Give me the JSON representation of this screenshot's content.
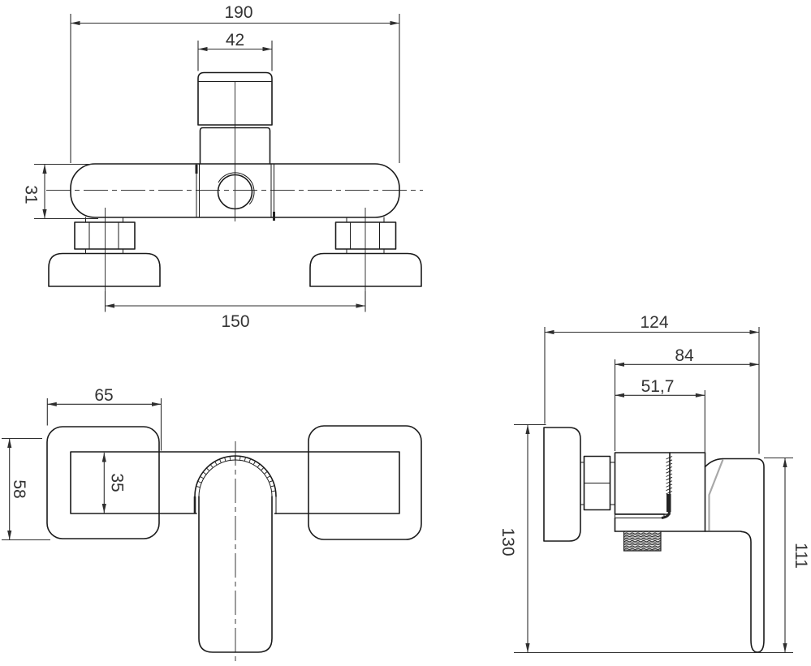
{
  "drawing": {
    "type": "shower-mixer-dimensional-drawing",
    "front_view": {
      "overall_width": "190",
      "cartridge_width": "42",
      "body_height": "31",
      "connection_spacing": "150"
    },
    "top_view": {
      "pad_width": "65",
      "overall_depth": "58",
      "body_depth": "35"
    },
    "side_view": {
      "overall_depth": "124",
      "body_projection": "84",
      "outlet_projection": "51,7",
      "overall_height": "130",
      "handle_height": "111"
    }
  }
}
